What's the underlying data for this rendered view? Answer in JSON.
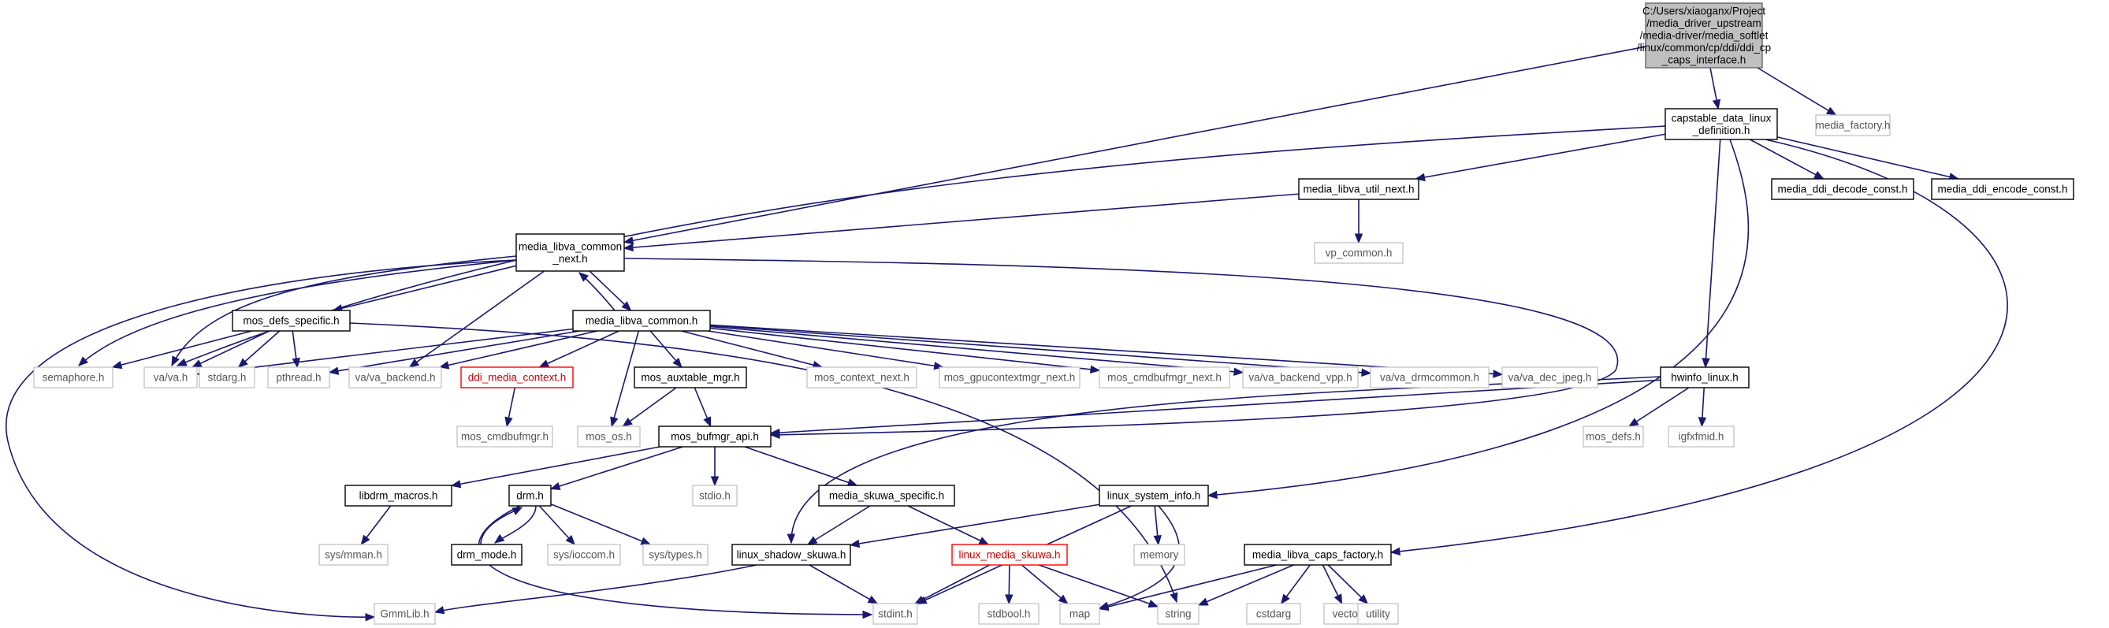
{
  "colors": {
    "edge": "#191970",
    "root_fill": "#bfbfbf",
    "documented_border": "#000000",
    "undocumented_border": "#bfbfbf",
    "highlight_border": "#ff0000"
  },
  "nodes": [
    {
      "id": "root",
      "lines": [
        "C:/Users/xiaoganx/Project",
        "/media_driver_upstream",
        "/media-driver/media_softlet",
        "/linux/common/cp/ddi/ddi_cp",
        "_caps_interface.h"
      ],
      "kind": "root"
    },
    {
      "id": "media_factory",
      "lines": [
        "media_factory.h"
      ],
      "kind": "undoc"
    },
    {
      "id": "capstable",
      "lines": [
        "capstable_data_linux",
        "_definition.h"
      ],
      "kind": "doc"
    },
    {
      "id": "util_next",
      "lines": [
        "media_libva_util_next.h"
      ],
      "kind": "doc"
    },
    {
      "id": "decode_const",
      "lines": [
        "media_ddi_decode_const.h"
      ],
      "kind": "doc"
    },
    {
      "id": "encode_const",
      "lines": [
        "media_ddi_encode_const.h"
      ],
      "kind": "doc"
    },
    {
      "id": "vp_common",
      "lines": [
        "vp_common.h"
      ],
      "kind": "undoc"
    },
    {
      "id": "common_next",
      "lines": [
        "media_libva_common",
        "_next.h"
      ],
      "kind": "doc"
    },
    {
      "id": "mos_defs_specific",
      "lines": [
        "mos_defs_specific.h"
      ],
      "kind": "doc"
    },
    {
      "id": "libva_common",
      "lines": [
        "media_libva_common.h"
      ],
      "kind": "doc"
    },
    {
      "id": "semaphore",
      "lines": [
        "semaphore.h"
      ],
      "kind": "undoc"
    },
    {
      "id": "va_h",
      "lines": [
        "va/va.h"
      ],
      "kind": "undoc"
    },
    {
      "id": "stdarg",
      "lines": [
        "stdarg.h"
      ],
      "kind": "undoc"
    },
    {
      "id": "pthread",
      "lines": [
        "pthread.h"
      ],
      "kind": "undoc"
    },
    {
      "id": "va_backend",
      "lines": [
        "va/va_backend.h"
      ],
      "kind": "undoc"
    },
    {
      "id": "ddi_media_context",
      "lines": [
        "ddi_media_context.h"
      ],
      "kind": "red"
    },
    {
      "id": "mos_auxtable",
      "lines": [
        "mos_auxtable_mgr.h"
      ],
      "kind": "doc"
    },
    {
      "id": "mos_context_next",
      "lines": [
        "mos_context_next.h"
      ],
      "kind": "undoc"
    },
    {
      "id": "mos_gpucontextmgr",
      "lines": [
        "mos_gpucontextmgr_next.h"
      ],
      "kind": "undoc"
    },
    {
      "id": "mos_cmdbufmgr_next",
      "lines": [
        "mos_cmdbufmgr_next.h"
      ],
      "kind": "undoc"
    },
    {
      "id": "va_backend_vpp",
      "lines": [
        "va/va_backend_vpp.h"
      ],
      "kind": "undoc"
    },
    {
      "id": "va_drmcommon",
      "lines": [
        "va/va_drmcommon.h"
      ],
      "kind": "undoc"
    },
    {
      "id": "va_dec_jpeg",
      "lines": [
        "va/va_dec_jpeg.h"
      ],
      "kind": "undoc"
    },
    {
      "id": "hwinfo_linux",
      "lines": [
        "hwinfo_linux.h"
      ],
      "kind": "doc"
    },
    {
      "id": "mos_cmdbufmgr",
      "lines": [
        "mos_cmdbufmgr.h"
      ],
      "kind": "undoc"
    },
    {
      "id": "mos_os",
      "lines": [
        "mos_os.h"
      ],
      "kind": "undoc"
    },
    {
      "id": "mos_bufmgr_api",
      "lines": [
        "mos_bufmgr_api.h"
      ],
      "kind": "doc"
    },
    {
      "id": "mos_defs",
      "lines": [
        "mos_defs.h"
      ],
      "kind": "undoc"
    },
    {
      "id": "igfxfmid",
      "lines": [
        "igfxfmid.h"
      ],
      "kind": "undoc"
    },
    {
      "id": "libdrm_macros",
      "lines": [
        "libdrm_macros.h"
      ],
      "kind": "doc"
    },
    {
      "id": "drm_h",
      "lines": [
        "drm.h"
      ],
      "kind": "doc"
    },
    {
      "id": "stdio",
      "lines": [
        "stdio.h"
      ],
      "kind": "undoc"
    },
    {
      "id": "media_skuwa_specific",
      "lines": [
        "media_skuwa_specific.h"
      ],
      "kind": "doc"
    },
    {
      "id": "linux_system_info",
      "lines": [
        "linux_system_info.h"
      ],
      "kind": "doc"
    },
    {
      "id": "sys_mman",
      "lines": [
        "sys/mman.h"
      ],
      "kind": "undoc"
    },
    {
      "id": "drm_mode",
      "lines": [
        "drm_mode.h"
      ],
      "kind": "doc"
    },
    {
      "id": "sys_ioccom",
      "lines": [
        "sys/ioccom.h"
      ],
      "kind": "undoc"
    },
    {
      "id": "sys_types",
      "lines": [
        "sys/types.h"
      ],
      "kind": "undoc"
    },
    {
      "id": "linux_shadow_skuwa",
      "lines": [
        "linux_shadow_skuwa.h"
      ],
      "kind": "doc"
    },
    {
      "id": "linux_media_skuwa",
      "lines": [
        "linux_media_skuwa.h"
      ],
      "kind": "red"
    },
    {
      "id": "memory",
      "lines": [
        "memory"
      ],
      "kind": "undoc"
    },
    {
      "id": "caps_factory",
      "lines": [
        "media_libva_caps_factory.h"
      ],
      "kind": "doc"
    },
    {
      "id": "gmmlib",
      "lines": [
        "GmmLib.h"
      ],
      "kind": "undoc"
    },
    {
      "id": "stdint",
      "lines": [
        "stdint.h"
      ],
      "kind": "undoc"
    },
    {
      "id": "stdbool",
      "lines": [
        "stdbool.h"
      ],
      "kind": "undoc"
    },
    {
      "id": "map",
      "lines": [
        "map"
      ],
      "kind": "undoc"
    },
    {
      "id": "string",
      "lines": [
        "string"
      ],
      "kind": "undoc"
    },
    {
      "id": "cstdarg",
      "lines": [
        "cstdarg"
      ],
      "kind": "undoc"
    },
    {
      "id": "vector",
      "lines": [
        "vector"
      ],
      "kind": "undoc"
    },
    {
      "id": "utility",
      "lines": [
        "utility"
      ],
      "kind": "undoc"
    }
  ],
  "edges": [
    [
      "root",
      "capstable"
    ],
    [
      "root",
      "media_factory"
    ],
    [
      "root",
      "common_next"
    ],
    [
      "capstable",
      "util_next"
    ],
    [
      "capstable",
      "decode_const"
    ],
    [
      "capstable",
      "encode_const"
    ],
    [
      "capstable",
      "va_h"
    ],
    [
      "capstable",
      "hwinfo_linux"
    ],
    [
      "capstable",
      "linux_system_info"
    ],
    [
      "capstable",
      "caps_factory"
    ],
    [
      "util_next",
      "common_next"
    ],
    [
      "util_next",
      "vp_common"
    ],
    [
      "common_next",
      "libva_common"
    ],
    [
      "common_next",
      "mos_defs_specific"
    ],
    [
      "common_next",
      "semaphore"
    ],
    [
      "common_next",
      "va_h"
    ],
    [
      "common_next",
      "va_backend"
    ],
    [
      "common_next",
      "gmmlib"
    ],
    [
      "common_next",
      "mos_bufmgr_api"
    ],
    [
      "libva_common",
      "common_next"
    ],
    [
      "mos_defs_specific",
      "semaphore"
    ],
    [
      "mos_defs_specific",
      "va_h"
    ],
    [
      "mos_defs_specific",
      "stdarg"
    ],
    [
      "mos_defs_specific",
      "pthread"
    ],
    [
      "mos_defs_specific",
      "string"
    ],
    [
      "libva_common",
      "va_h"
    ],
    [
      "libva_common",
      "pthread"
    ],
    [
      "libva_common",
      "va_backend"
    ],
    [
      "libva_common",
      "ddi_media_context"
    ],
    [
      "libva_common",
      "mos_os"
    ],
    [
      "libva_common",
      "mos_auxtable"
    ],
    [
      "libva_common",
      "mos_context_next"
    ],
    [
      "libva_common",
      "mos_gpucontextmgr"
    ],
    [
      "libva_common",
      "mos_cmdbufmgr_next"
    ],
    [
      "libva_common",
      "va_backend_vpp"
    ],
    [
      "libva_common",
      "va_drmcommon"
    ],
    [
      "libva_common",
      "va_dec_jpeg"
    ],
    [
      "ddi_media_context",
      "mos_cmdbufmgr"
    ],
    [
      "mos_auxtable",
      "mos_os"
    ],
    [
      "mos_auxtable",
      "mos_bufmgr_api"
    ],
    [
      "hwinfo_linux",
      "mos_bufmgr_api"
    ],
    [
      "hwinfo_linux",
      "mos_defs"
    ],
    [
      "hwinfo_linux",
      "igfxfmid"
    ],
    [
      "hwinfo_linux",
      "linux_shadow_skuwa"
    ],
    [
      "mos_bufmgr_api",
      "libdrm_macros"
    ],
    [
      "mos_bufmgr_api",
      "drm_h"
    ],
    [
      "mos_bufmgr_api",
      "stdio"
    ],
    [
      "mos_bufmgr_api",
      "media_skuwa_specific"
    ],
    [
      "libdrm_macros",
      "sys_mman"
    ],
    [
      "drm_h",
      "drm_mode"
    ],
    [
      "drm_mode",
      "drm_h"
    ],
    [
      "drm_h",
      "sys_ioccom"
    ],
    [
      "drm_h",
      "sys_types"
    ],
    [
      "drm_h",
      "stdint"
    ],
    [
      "media_skuwa_specific",
      "linux_shadow_skuwa"
    ],
    [
      "media_skuwa_specific",
      "linux_media_skuwa"
    ],
    [
      "linux_system_info",
      "linux_shadow_skuwa"
    ],
    [
      "linux_system_info",
      "memory"
    ],
    [
      "linux_system_info",
      "stdint"
    ],
    [
      "linux_system_info",
      "map"
    ],
    [
      "linux_shadow_skuwa",
      "gmmlib"
    ],
    [
      "linux_shadow_skuwa",
      "stdint"
    ],
    [
      "linux_media_skuwa",
      "stdint"
    ],
    [
      "linux_media_skuwa",
      "stdbool"
    ],
    [
      "linux_media_skuwa",
      "map"
    ],
    [
      "linux_media_skuwa",
      "string"
    ],
    [
      "caps_factory",
      "map"
    ],
    [
      "caps_factory",
      "string"
    ],
    [
      "caps_factory",
      "cstdarg"
    ],
    [
      "caps_factory",
      "vector"
    ],
    [
      "caps_factory",
      "utility"
    ]
  ]
}
